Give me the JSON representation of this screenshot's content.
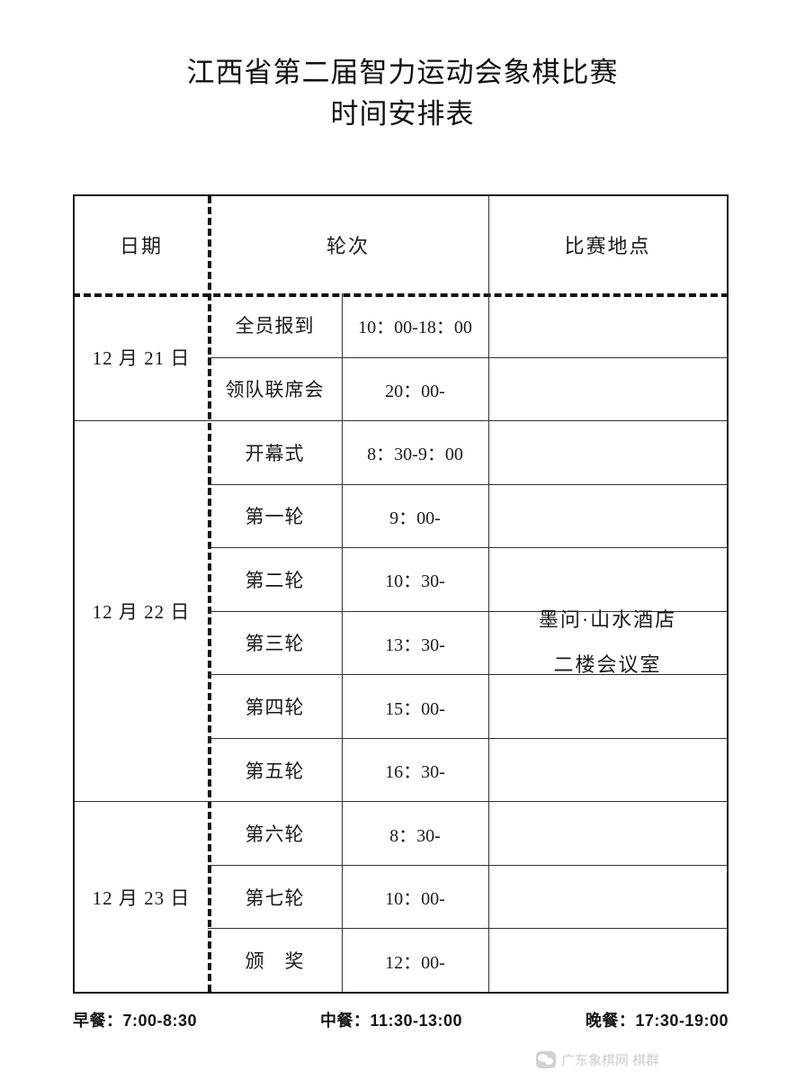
{
  "document": {
    "title_lines": [
      "江西省第二届智力运动会象棋比赛",
      "时间安排表"
    ]
  },
  "table": {
    "headers": {
      "date": "日期",
      "round": "轮次",
      "venue": "比赛地点"
    },
    "venue": {
      "line1": "墨问·山水酒店",
      "line2": "二楼会议室"
    },
    "date_groups": [
      {
        "date": "12 月 21 日",
        "row_count": 2
      },
      {
        "date": "12 月 22 日",
        "row_count": 6
      },
      {
        "date": "12 月 23 日",
        "row_count": 3
      }
    ],
    "rows": [
      {
        "name": "全员报到",
        "time": "10：00-18：00"
      },
      {
        "name": "领队联席会",
        "time": "20：00-"
      },
      {
        "name": "开幕式",
        "time": "8：30-9：00"
      },
      {
        "name": "第一轮",
        "time": "9：00-"
      },
      {
        "name": "第二轮",
        "time": "10：30-"
      },
      {
        "name": "第三轮",
        "time": "13：30-"
      },
      {
        "name": "第四轮",
        "time": "15：00-"
      },
      {
        "name": "第五轮",
        "time": "16：30-"
      },
      {
        "name": "第六轮",
        "time": "8：30-"
      },
      {
        "name": "第七轮",
        "time": "10：00-"
      },
      {
        "name": "颁　奖",
        "time": "12：00-"
      }
    ]
  },
  "footer": {
    "meals": [
      "早餐：7:00-8:30",
      "中餐：11:30-13:00",
      "晚餐：17:30-19:00"
    ]
  },
  "watermark": {
    "text": "广东象棋网 棋群",
    "icon": "wechat-icon"
  },
  "colors": {
    "ink": "#111111",
    "rule": "#333333",
    "paper": "#ffffff"
  }
}
